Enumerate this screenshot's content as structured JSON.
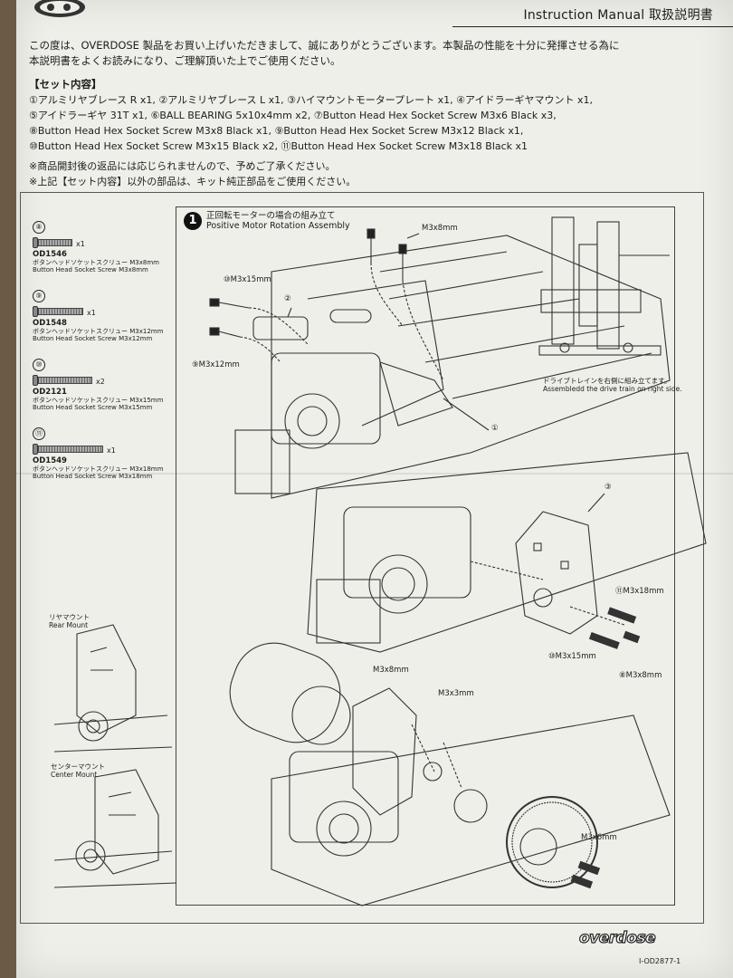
{
  "header": {
    "title": "Instruction Manual 取扱説明書"
  },
  "intro": {
    "line1": "この度は、OVERDOSE 製品をお買い上げいただきまして、誠にありがとうございます。本製品の性能を十分に発揮させる為に",
    "line2": "本説明書をよくお読みになり、ご理解頂いた上でご使用ください。"
  },
  "kit": {
    "title": "【セット内容】",
    "lines": [
      "①アルミリヤブレース R x1, ②アルミリヤブレース L x1, ③ハイマウントモータープレート x1, ④アイドラーギヤマウント x1,",
      "⑤アイドラーギヤ 31T x1, ⑥BALL BEARING 5x10x4mm x2, ⑦Button Head Hex Socket Screw M3x6 Black x3,",
      "⑧Button Head Hex Socket Screw M3x8 Black x1, ⑨Button Head Hex Socket Screw M3x12 Black x1,",
      "⑩Button Head Hex Socket Screw M3x15 Black x2, ⑪Button Head Hex Socket Screw M3x18 Black x1"
    ]
  },
  "notes": {
    "line1": "※商品開封後の返品には応じられませんので、予めご了承ください。",
    "line2": "※上記【セット内容】以外の部品は、キット純正部品をご使用ください。"
  },
  "step": {
    "number": "1",
    "title_jp": "正回転モーターの場合の組み立て",
    "title_en": "Positive Motor Rotation Assembly"
  },
  "parts": [
    {
      "index": "⑧",
      "qty": "x1",
      "code": "OD1546",
      "name_jp": "ボタンヘッドソケットスクリュー M3x8mm",
      "name_en": "Button Head Socket Screw M3x8mm",
      "len": 38
    },
    {
      "index": "⑨",
      "qty": "x1",
      "code": "OD1548",
      "name_jp": "ボタンヘッドソケットスクリュー M3x12mm",
      "name_en": "Button Head Socket Screw M3x12mm",
      "len": 50
    },
    {
      "index": "⑩",
      "qty": "x2",
      "code": "OD2121",
      "name_jp": "ボタンヘッドソケットスクリュー M3x15mm",
      "name_en": "Button Head Socket Screw M3x15mm",
      "len": 60
    },
    {
      "index": "⑪",
      "qty": "x1",
      "code": "OD1549",
      "name_jp": "ボタンヘッドソケットスクリュー M3x18mm",
      "name_en": "Button Head Socket Screw M3x18mm",
      "len": 72
    }
  ],
  "mounts": {
    "rear_jp": "リヤマウント",
    "rear_en": "Rear Mount",
    "center_jp": "センターマウント",
    "center_en": "Center Mount"
  },
  "callouts": {
    "m3x8_top": "M3x8mm",
    "m3x15_top": "⑩M3x15mm",
    "c2": "②",
    "m3x12": "⑨M3x12mm",
    "c1": "①",
    "c3": "③",
    "m3x18": "⑪M3x18mm",
    "m3x15_mid": "⑩M3x15mm",
    "m3x8_mid": "⑧M3x8mm",
    "m3x8_low": "M3x8mm",
    "m3x3": "M3x3mm",
    "m3x6": "M3x6mm"
  },
  "drive_note": {
    "jp": "ドライブトレインを右側に組み立てます。",
    "en": "Assembledd the drive train on right side."
  },
  "footer": {
    "logo": "overdose",
    "doc_no": "I-OD2877-1"
  }
}
